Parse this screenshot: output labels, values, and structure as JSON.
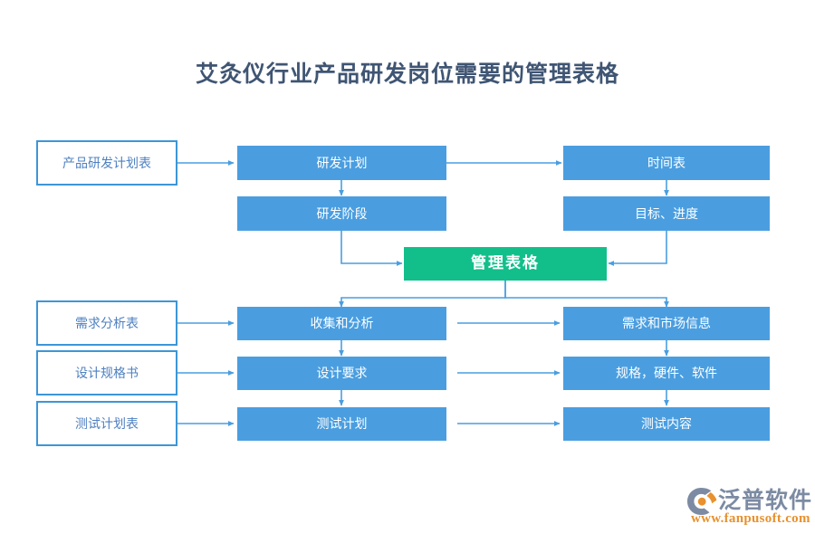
{
  "title": "艾灸仪行业产品研发岗位需要的管理表格",
  "colors": {
    "title_text": "#3f5573",
    "box_fill_blue": "#4a9ee0",
    "box_border_blue": "#3d96d8",
    "box_text_blue": "#4e80c0",
    "box_fill_green": "#12bf8b",
    "connector": "#4a9ee0",
    "logo_text": "#7c8ba3",
    "logo_url": "#e8912e"
  },
  "nodes": {
    "left_column": [
      {
        "id": "product-rd-plan-table",
        "label": "产品研发计划表"
      },
      {
        "id": "requirement-analysis-table",
        "label": "需求分析表"
      },
      {
        "id": "design-spec-doc",
        "label": "设计规格书"
      },
      {
        "id": "test-plan-table",
        "label": "测试计划表"
      }
    ],
    "middle_column": [
      {
        "id": "rd-plan",
        "label": "研发计划"
      },
      {
        "id": "rd-stage",
        "label": "研发阶段"
      },
      {
        "id": "collect-and-analyze",
        "label": "收集和分析"
      },
      {
        "id": "design-requirements",
        "label": "设计要求"
      },
      {
        "id": "test-plan",
        "label": "测试计划"
      }
    ],
    "right_column": [
      {
        "id": "schedule",
        "label": "时间表"
      },
      {
        "id": "goal-progress",
        "label": "目标、进度"
      },
      {
        "id": "demand-market-info",
        "label": "需求和市场信息"
      },
      {
        "id": "spec-hardware-software",
        "label": "规格，硬件、软件"
      },
      {
        "id": "test-content",
        "label": "测试内容"
      }
    ],
    "center": {
      "id": "management-form",
      "label": "管理表格"
    }
  },
  "logo": {
    "brand": "泛普软件",
    "url": "www.fanpusoft.com"
  }
}
